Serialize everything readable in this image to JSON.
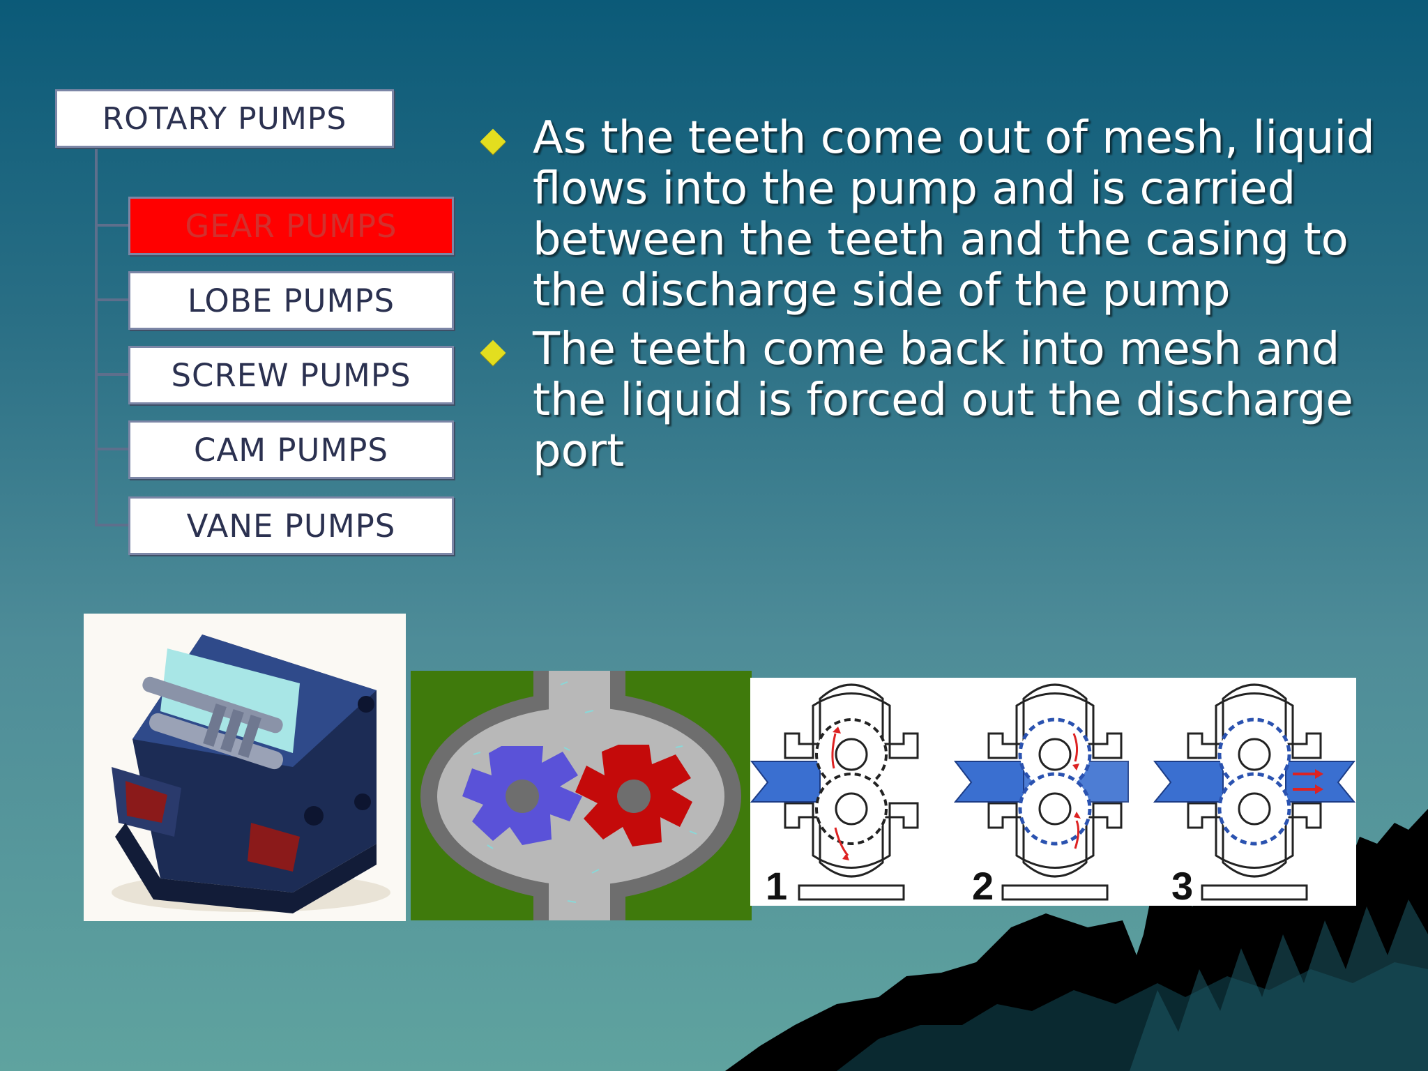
{
  "tree": {
    "root": "ROTARY PUMPS",
    "items": [
      {
        "label": "GEAR PUMPS",
        "active": true
      },
      {
        "label": "LOBE PUMPS",
        "active": false
      },
      {
        "label": "SCREW PUMPS",
        "active": false
      },
      {
        "label": "CAM PUMPS",
        "active": false
      },
      {
        "label": "VANE PUMPS",
        "active": false
      }
    ]
  },
  "bullets": [
    "As the teeth come out of mesh, liquid flows into the pump and is carried between the teeth and the casing to the discharge side of the pump",
    "The teeth come back into mesh and the liquid is forced out the discharge port"
  ],
  "diagram": {
    "step_labels": [
      "1",
      "2",
      "3"
    ]
  },
  "colors": {
    "active_box": "#ff0000",
    "bullet_diamond": "#e3de1f",
    "gear_blue": "#5a52d8",
    "gear_red": "#c40a0a",
    "casing_green": "#3f7a0c"
  }
}
